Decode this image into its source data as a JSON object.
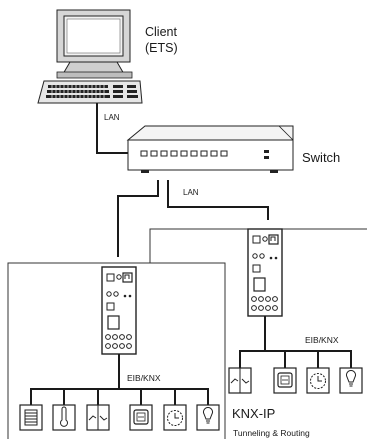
{
  "labels": {
    "client_line1": "Client",
    "client_line2": "(ETS)",
    "switch": "Switch",
    "lan_upper": "LAN",
    "lan_lower": "LAN",
    "bus_front": "EIB/KNX",
    "bus_back": "EIB/KNX",
    "knxip_title": "KNX-IP",
    "knxip_subtitle": "Tunneling & Routing"
  },
  "icons": {
    "front_line_devices": [
      "blinds-actuator-icon",
      "thermometer-icon",
      "dimmer-switch-icon",
      "display-panel-icon",
      "clock-timer-icon",
      "light-bulb-icon"
    ],
    "back_line_devices": [
      "dimmer-switch-icon",
      "display-panel-icon",
      "clock-timer-icon",
      "light-bulb-icon"
    ]
  },
  "colors": {
    "line": "#1a1a1a",
    "box_border": "#333333",
    "fill": "#ffffff",
    "computer_gray": "#d6d6d6"
  }
}
